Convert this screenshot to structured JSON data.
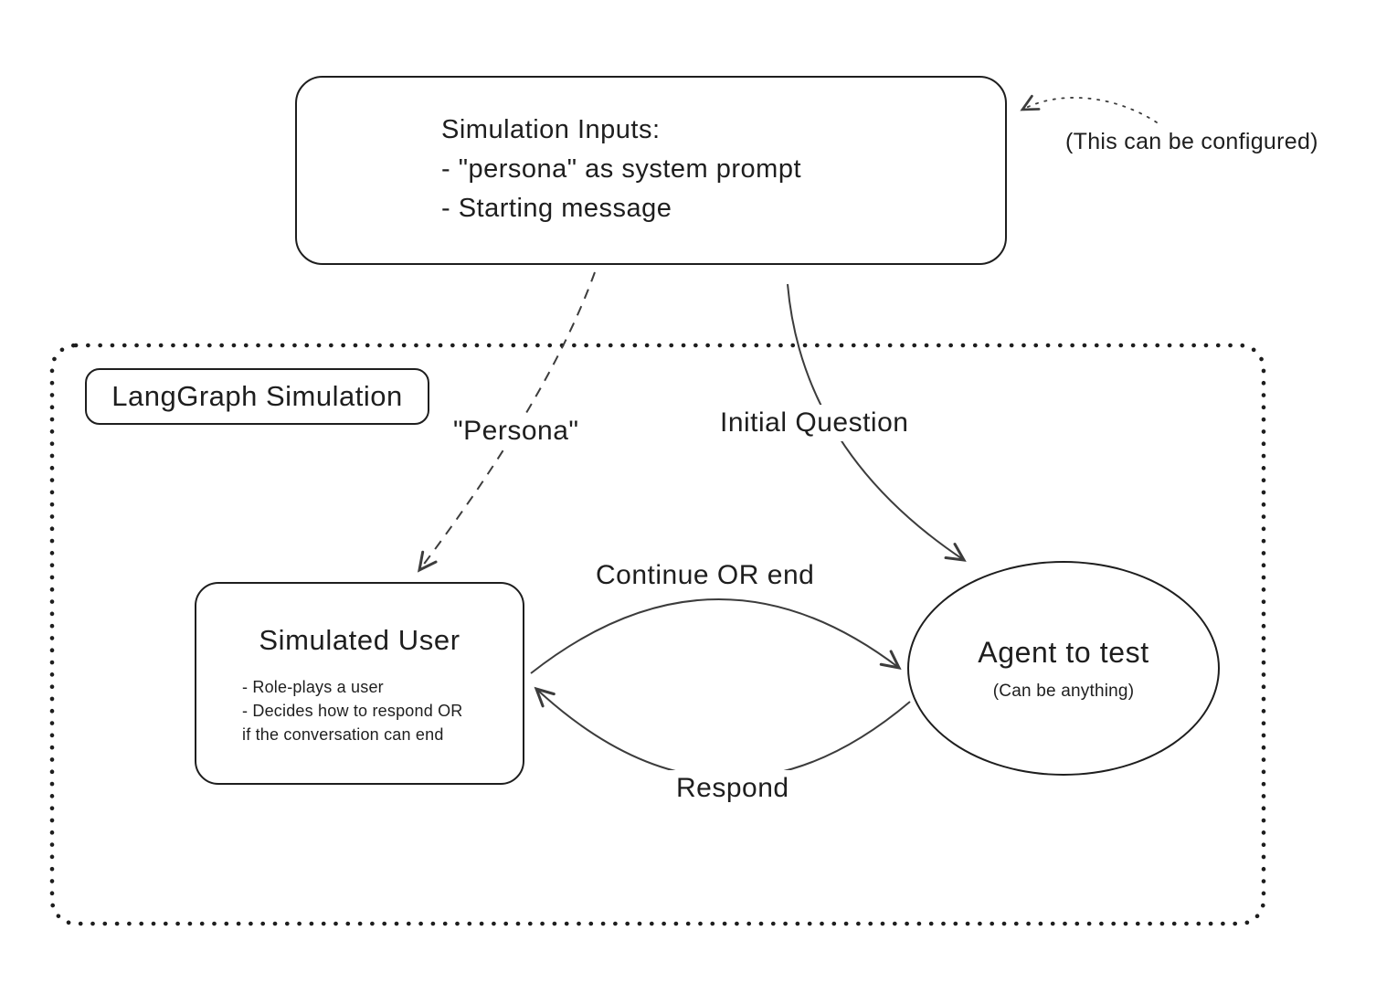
{
  "diagram": {
    "title": "LangGraph user-simulation diagram",
    "colors": {
      "background": "#ffffff",
      "stroke": "#1e1e1e",
      "arrow": "#3c3c3c"
    },
    "inputs_box": {
      "lines": [
        "Simulation Inputs:",
        "- \"persona\" as system prompt",
        "- Starting message"
      ]
    },
    "config_note": "(This can be configured)",
    "container_label": "LangGraph Simulation",
    "simulated_user": {
      "title": "Simulated User",
      "lines": [
        "- Role-plays a user",
        "- Decides how to respond OR",
        "if the conversation can end"
      ]
    },
    "agent": {
      "title": "Agent to test",
      "subtitle": "(Can be anything)"
    },
    "edges": {
      "persona": "\"Persona\"",
      "initial_question": "Initial Question",
      "continue_or_end": "Continue OR end",
      "respond": "Respond"
    }
  }
}
